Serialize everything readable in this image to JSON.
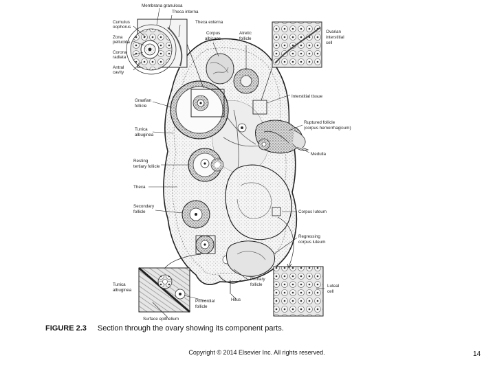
{
  "labels": {
    "membrana_granulosa": "Membrana granulosa",
    "theca_interna": "Theca interna",
    "theca_externa": "Theca externa",
    "cumulus_oophorus": [
      "Cumulus",
      "oophorus"
    ],
    "zona_pellucida": [
      "Zona",
      "pellucida"
    ],
    "corona_radiata": [
      "Corona",
      "radiata"
    ],
    "antral_cavity": [
      "Antral",
      "cavity"
    ],
    "corpus_albicans": [
      "Corpus",
      "albicans"
    ],
    "atretic_follicle": [
      "Atretic",
      "follicle"
    ],
    "ovarian_interstitial_cell": [
      "Ovarian",
      "interstitial",
      "cell"
    ],
    "graafian_follicle": [
      "Graafian",
      "follicle"
    ],
    "interstitial_tissue": "Interstitial tissue",
    "tunica_albuginea": [
      "Tunica",
      "albuginea"
    ],
    "ruptured_follicle": [
      "Ruptured follicle",
      "(corpus hemorrhagicum)"
    ],
    "medulla": "Medulla",
    "resting_tertiary_follicle": [
      "Resting",
      "tertiary follicle"
    ],
    "theca": "Theca",
    "secondary_follicle": [
      "Secondary",
      "follicle"
    ],
    "corpus_luteum": "Corpus luteum",
    "regressing_corpus_luteum": [
      "Regressing",
      "corpus luteum"
    ],
    "primary_follicle": [
      "Primary",
      "follicle"
    ],
    "tunica_albuginea_inset": [
      "Tunica",
      "albuginea"
    ],
    "lutein_cell": [
      "Luteal",
      "cell"
    ],
    "primordial_follicle": [
      "Primordial",
      "follicle"
    ],
    "hilus": "Hilus",
    "surface_epithelium": "Surface epithelium"
  },
  "caption": {
    "figure_number": "FIGURE 2.3",
    "text": "Section through the ovary showing its component parts."
  },
  "copyright": "Copyright © 2014 Elsevier Inc. All rights reserved.",
  "page_number": "14"
}
